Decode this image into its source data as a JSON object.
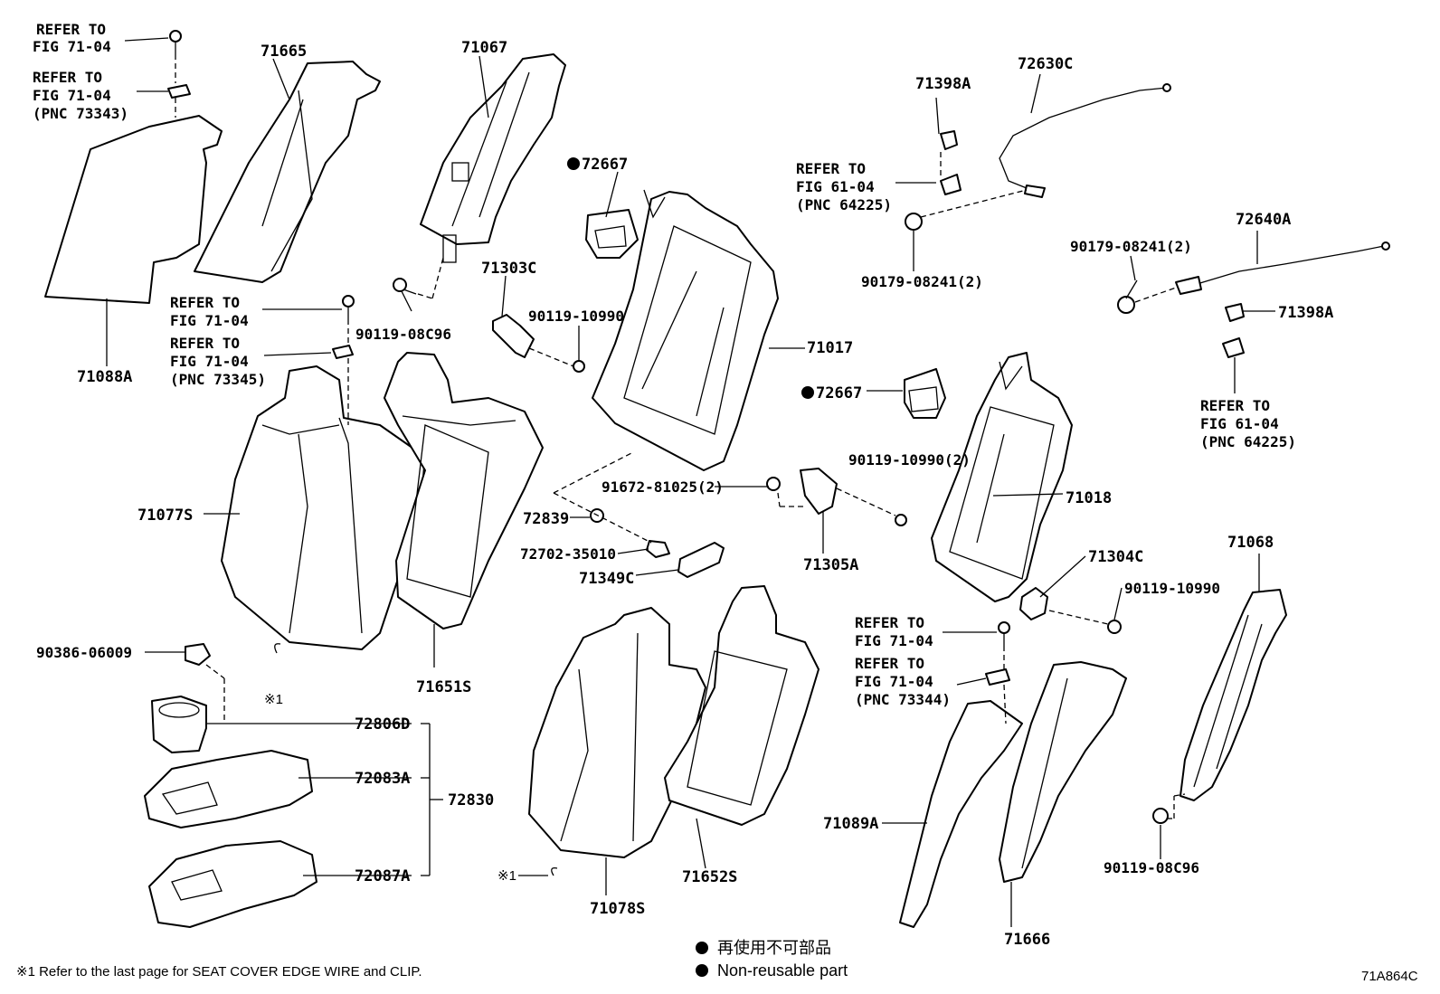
{
  "parts": {
    "p71088A": "71088A",
    "p71665": "71665",
    "p71067": "71067",
    "p72667a": "72667",
    "p72667b": "72667",
    "p71017": "71017",
    "p71303C": "71303C",
    "p90119_10990a": "90119-10990",
    "p90119_08C96a": "90119-08C96",
    "p71077S": "71077S",
    "p71651S": "71651S",
    "p72839": "72839",
    "p72702_35010": "72702-35010",
    "p71349C": "71349C",
    "p91672_81025": "91672-81025(2)",
    "p71305A": "71305A",
    "p90119_10990_2": "90119-10990(2)",
    "p71398Aa": "71398A",
    "p72630C": "72630C",
    "p90179_08241a": "90179-08241(2)",
    "p72640A": "72640A",
    "p90179_08241b": "90179-08241(2)",
    "p71398Ab": "71398A",
    "p71018": "71018",
    "p71304C": "71304C",
    "p90119_10990b": "90119-10990",
    "p71068": "71068",
    "p90119_08C96b": "90119-08C96",
    "p90386_06009": "90386-06009",
    "p72806D": "72806D",
    "p72083A": "72083A",
    "p72830": "72830",
    "p72087A": "72087A",
    "p71078S": "71078S",
    "p71652S": "71652S",
    "p71089A": "71089A",
    "p71666": "71666"
  },
  "refs": {
    "r1": [
      "REFER TO",
      "FIG 71-04"
    ],
    "r2": [
      "REFER TO",
      "FIG 71-04",
      "(PNC 73343)"
    ],
    "r3": [
      "REFER TO",
      "FIG 71-04"
    ],
    "r4": [
      "REFER TO",
      "FIG 71-04",
      "(PNC 73345)"
    ],
    "r5": [
      "REFER TO",
      "FIG 61-04",
      "(PNC 64225)"
    ],
    "r6": [
      "REFER TO",
      "FIG 61-04",
      "(PNC 64225)"
    ],
    "r7": [
      "REFER TO",
      "FIG 71-04"
    ],
    "r8": [
      "REFER TO",
      "FIG 71-04",
      "(PNC 73344)"
    ]
  },
  "notes": {
    "mark1a": "※1",
    "mark1b": "※1",
    "footnote": "※1 Refer to the last page for SEAT COVER EDGE WIRE and CLIP.",
    "legend_jp": "再使用不可部品",
    "legend_en": "Non-reusable part",
    "diagram_code": "71A864C"
  }
}
